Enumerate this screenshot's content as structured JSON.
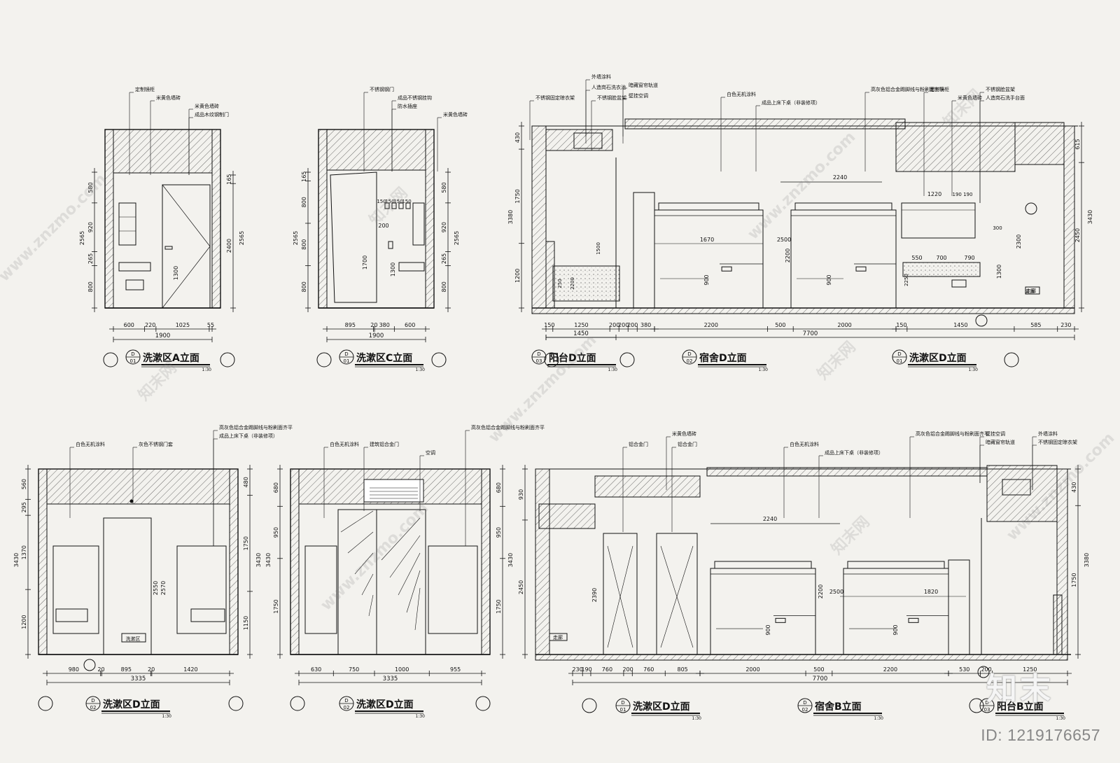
{
  "watermark": {
    "site": "www.znzmo.com",
    "brand_cn": "知末网",
    "brand_logo": "知末",
    "id_text": "ID: 1219176657"
  },
  "scale_label": "1:30",
  "panels": [
    {
      "key": "p1",
      "title": "洗漱区A立面",
      "num": "01",
      "labels": [
        "定制镜柜",
        "米黄色墙砖",
        "米黄色墙砖",
        "成品木纹钢制门"
      ],
      "right_dims": [
        "165",
        "2400",
        "2565"
      ],
      "left_dims": [
        "580",
        "920",
        "265",
        "800",
        "2565"
      ],
      "inner_dims": [
        "1300"
      ],
      "bottom_dims": [
        "600",
        "220",
        "1025",
        "55"
      ],
      "total": "1900"
    },
    {
      "key": "p2",
      "title": "洗漱区C立面",
      "num": "01",
      "labels": [
        "不锈钢钢门",
        "成品不锈钢挂钩",
        "防水插座",
        "米黄色墙砖"
      ],
      "left_dims": [
        "165",
        "800",
        "800",
        "800",
        "2565"
      ],
      "right_dims": [
        "580",
        "920",
        "265",
        "800",
        "2565"
      ],
      "inner_dims": [
        "150",
        "150",
        "150",
        "150",
        "200",
        "1700",
        "1300"
      ],
      "bottom_dims": [
        "895",
        "20",
        "380",
        "600"
      ],
      "total": "1900"
    },
    {
      "key": "p3",
      "title": "阳台D立面",
      "num": "03",
      "labels": [
        "外墙涂料",
        "暗藏窗帘轨道",
        "人造岗石洗衣池",
        "壁挂空调",
        "不锈钢固定晾衣架",
        "不锈钢脸盆架"
      ],
      "left_dims": [
        "430",
        "1750",
        "1200",
        "3380"
      ],
      "bottom_dims": [
        "150",
        "1250",
        "200",
        "200",
        "200",
        "380"
      ],
      "total": "1450",
      "inner_dims": [
        "2200",
        "1200",
        "250",
        "1500"
      ]
    },
    {
      "key": "p4",
      "title": "宿舍D立面",
      "num": "02",
      "labels": [
        "白色无机涂料",
        "成品上床下桌（非装修项）"
      ],
      "top_dims": [
        "2240"
      ],
      "inner_dims": [
        "1670",
        "2500",
        "2200",
        "900",
        "900"
      ],
      "bottom_dims": [
        "2200",
        "500",
        "2000"
      ],
      "total": "7700",
      "tags": [
        "走廊"
      ]
    },
    {
      "key": "p5",
      "title": "洗漱区D立面",
      "num": "01",
      "labels": [
        "高灰色铝合金踢脚线与粉刷面齐平",
        "定制镜柜",
        "米黄色墙砖",
        "不锈钢脸盆架",
        "人造岗石洗手台面"
      ],
      "right_dims": [
        "615",
        "2450",
        "3430",
        "2300",
        "1300"
      ],
      "inner_dims": [
        "1220",
        "190",
        "190",
        "550",
        "700",
        "790",
        "300",
        "2250"
      ],
      "bottom_dims": [
        "150",
        "1450",
        "585",
        "230"
      ],
      "tags": [
        "走廊"
      ]
    },
    {
      "key": "p6",
      "title": "洗漱区D立面",
      "num": "02",
      "labels": [
        "白色无机涂料",
        "灰色不锈钢门套",
        "高灰色铝合金踢脚线与粉刷面齐平",
        "成品上床下桌（非装修项）"
      ],
      "left_dims": [
        "560",
        "295",
        "1370",
        "1200",
        "3430"
      ],
      "right_dims": [
        "480",
        "1750",
        "1150",
        "3430"
      ],
      "inner_dims": [
        "2550",
        "2570"
      ],
      "bottom_dims": [
        "980",
        "20",
        "895",
        "20",
        "1420"
      ],
      "total": "3335",
      "tags": [
        "洗漱区"
      ]
    },
    {
      "key": "p7",
      "title": "洗漱区D立面",
      "num": "02",
      "labels": [
        "白色无机涂料",
        "建筑铝合金门",
        "空调",
        "高灰色铝合金踢脚线与粉刷面齐平"
      ],
      "left_dims": [
        "680",
        "950",
        "1750",
        "3430"
      ],
      "right_dims": [
        "680",
        "950",
        "1750",
        "3430"
      ],
      "bottom_dims": [
        "630",
        "750",
        "1000",
        "955"
      ],
      "total": "3335"
    },
    {
      "key": "p8",
      "title": "洗漱区D立面",
      "num": "01",
      "labels": [
        "铝合金门",
        "铝合金门",
        "米黄色墙砖"
      ],
      "left_dims": [
        "930",
        "2450"
      ],
      "inner_dims": [
        "2390"
      ],
      "bottom_dims": [
        "230",
        "190",
        "760",
        "200",
        "760",
        "805"
      ]
    },
    {
      "key": "p9",
      "title": "宿舍B立面",
      "num": "02",
      "labels": [
        "白色无机涂料",
        "成品上床下桌（非装修项）",
        "高灰色铝合金踢脚线与粉刷面齐平"
      ],
      "top_dims": [
        "2240"
      ],
      "inner_dims": [
        "2200",
        "2500",
        "900",
        "900",
        "1820"
      ],
      "bottom_dims": [
        "2000",
        "500",
        "2200"
      ],
      "total": "7700",
      "tags": [
        "走廊"
      ]
    },
    {
      "key": "p10",
      "title": "阳台B立面",
      "num": "03",
      "labels": [
        "壁挂空调",
        "暗藏窗帘轨道",
        "外墙涂料",
        "不锈钢固定晾衣架"
      ],
      "right_dims": [
        "430",
        "1750",
        "3380"
      ],
      "bottom_dims": [
        "530",
        "200",
        "1250"
      ]
    }
  ]
}
